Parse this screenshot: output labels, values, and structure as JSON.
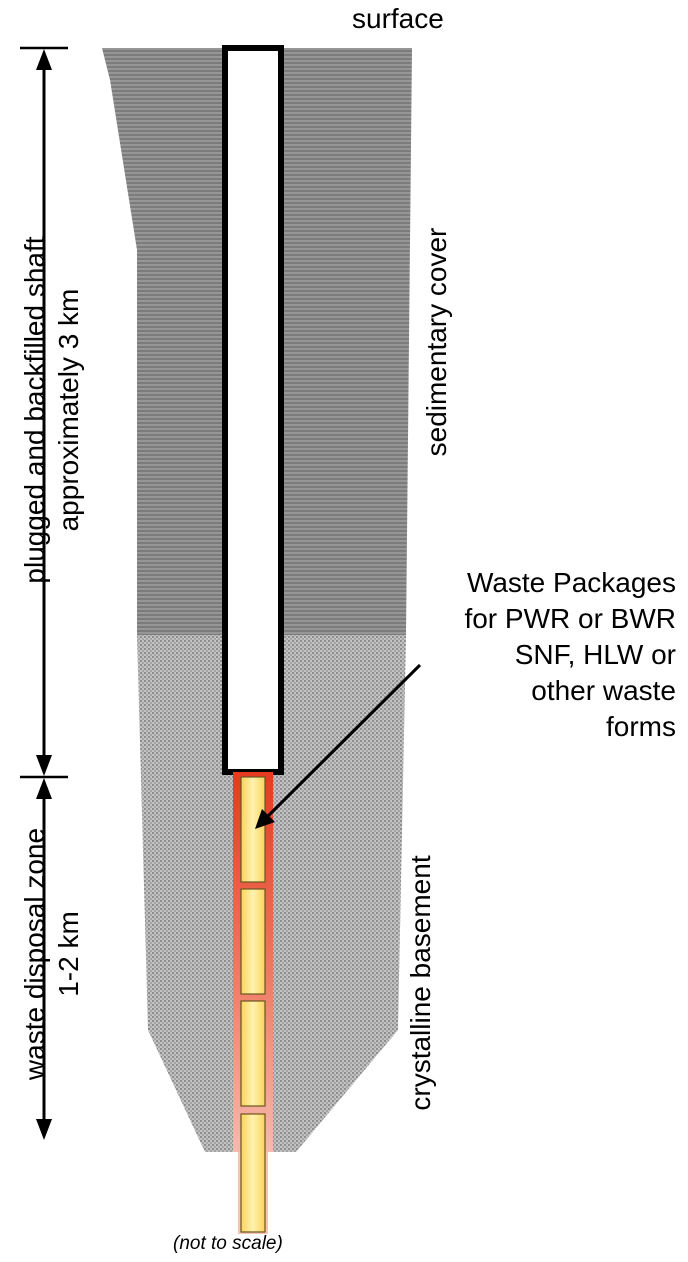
{
  "labels": {
    "surface": "surface",
    "sedimentary": "sedimentary cover",
    "crystalline": "crystalline basement",
    "shaft_line1": "plugged and backfilled shaft",
    "shaft_line2": "approximately 3 km",
    "disposal_line1": "waste disposal zone",
    "disposal_line2": "1-2 km",
    "waste_line1": "Waste Packages",
    "waste_line2": "for PWR or BWR",
    "waste_line3": "SNF, HLW or",
    "waste_line4": "other waste",
    "waste_line5": "forms",
    "not_to_scale": "(not to scale)"
  },
  "colors": {
    "sedimentary": "#8a8a8a",
    "crystalline": "#b9b9b9",
    "casing_red": "#e53a1f",
    "casing_pink": "#f4a79a",
    "package_fill": "#fde27a",
    "package_stroke": "#6b5420",
    "shaft_outline": "#000000"
  },
  "waste_package_count": 4
}
